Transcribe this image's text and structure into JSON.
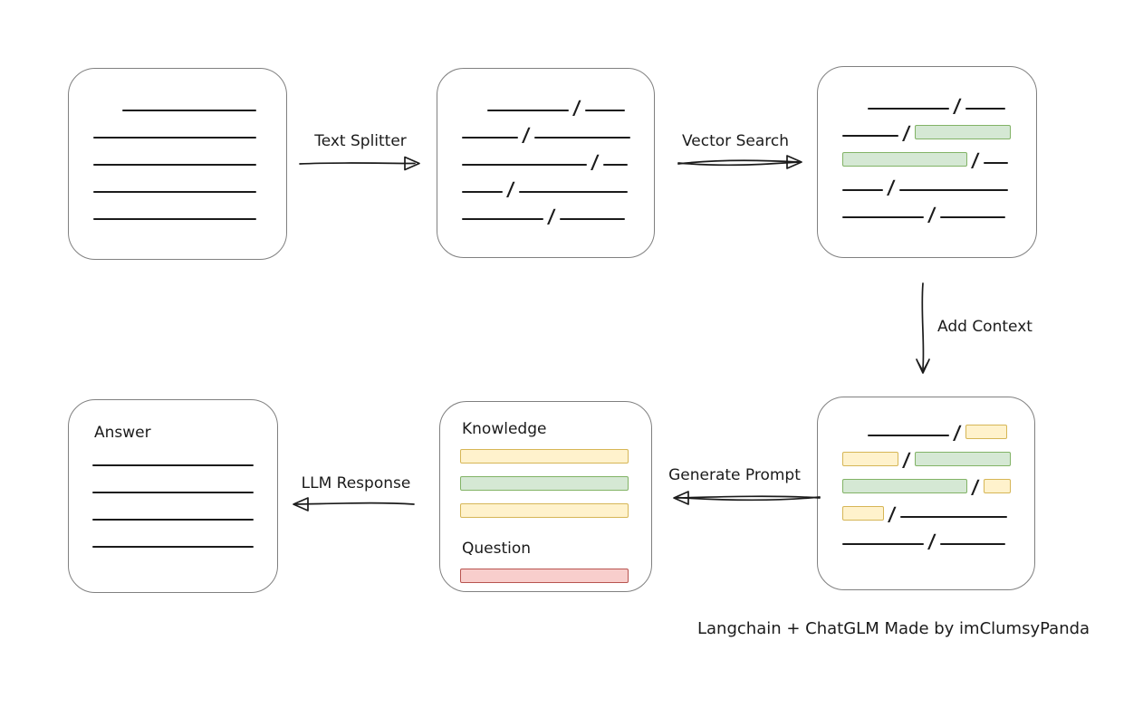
{
  "diagram": {
    "caption": "Langchain + ChatGLM Made by imClumsyPanda",
    "labels": {
      "text_splitter": "Text Splitter",
      "vector_search": "Vector Search",
      "add_context": "Add Context",
      "generate_prompt": "Generate Prompt",
      "llm_response": "LLM Response"
    },
    "colors": {
      "ink": "#1b1b1b",
      "box_stroke": "#808080",
      "green_fill": "#d5e8d4",
      "green_stroke": "#82b366",
      "yellow_fill": "#fff2cc",
      "yellow_stroke": "#d6b656",
      "red_fill": "#f8cecc",
      "red_stroke": "#b85450"
    },
    "boxes": {
      "document": {
        "rows": [
          {
            "s": [
              {
                "k": "space",
                "w": 32
              },
              {
                "k": "line",
                "w": 148
              }
            ]
          },
          {
            "s": [
              {
                "k": "line",
                "w": 180
              }
            ]
          },
          {
            "s": [
              {
                "k": "line",
                "w": 180
              }
            ]
          },
          {
            "s": [
              {
                "k": "line",
                "w": 180
              }
            ]
          },
          {
            "s": [
              {
                "k": "line",
                "w": 180
              }
            ]
          }
        ]
      },
      "chunks": {
        "rows": [
          {
            "s": [
              {
                "k": "space",
                "w": 28
              },
              {
                "k": "line",
                "w": 90
              },
              {
                "k": "slash"
              },
              {
                "k": "line",
                "w": 44
              }
            ]
          },
          {
            "s": [
              {
                "k": "line",
                "w": 62
              },
              {
                "k": "slash"
              },
              {
                "k": "line",
                "w": 106
              }
            ]
          },
          {
            "s": [
              {
                "k": "line",
                "w": 138
              },
              {
                "k": "slash"
              },
              {
                "k": "line",
                "w": 27
              }
            ]
          },
          {
            "s": [
              {
                "k": "line",
                "w": 45
              },
              {
                "k": "slash"
              },
              {
                "k": "line",
                "w": 120
              }
            ]
          },
          {
            "s": [
              {
                "k": "line",
                "w": 90
              },
              {
                "k": "slash"
              },
              {
                "k": "line",
                "w": 72
              }
            ]
          }
        ]
      },
      "matched": {
        "rows": [
          {
            "s": [
              {
                "k": "space",
                "w": 28
              },
              {
                "k": "line",
                "w": 90
              },
              {
                "k": "slash"
              },
              {
                "k": "line",
                "w": 44
              }
            ]
          },
          {
            "s": [
              {
                "k": "line",
                "w": 62
              },
              {
                "k": "slash"
              },
              {
                "k": "rect",
                "c": "green",
                "w": 106
              }
            ]
          },
          {
            "s": [
              {
                "k": "rect",
                "c": "green",
                "w": 138
              },
              {
                "k": "slash"
              },
              {
                "k": "line",
                "w": 27
              }
            ]
          },
          {
            "s": [
              {
                "k": "line",
                "w": 45
              },
              {
                "k": "slash"
              },
              {
                "k": "line",
                "w": 120
              }
            ]
          },
          {
            "s": [
              {
                "k": "line",
                "w": 90
              },
              {
                "k": "slash"
              },
              {
                "k": "line",
                "w": 72
              }
            ]
          }
        ]
      },
      "context": {
        "rows": [
          {
            "s": [
              {
                "k": "space",
                "w": 28
              },
              {
                "k": "line",
                "w": 90
              },
              {
                "k": "slash"
              },
              {
                "k": "rect",
                "c": "yellow",
                "w": 46
              }
            ]
          },
          {
            "s": [
              {
                "k": "rect",
                "c": "yellow",
                "w": 62
              },
              {
                "k": "slash"
              },
              {
                "k": "rect",
                "c": "green",
                "w": 106
              }
            ]
          },
          {
            "s": [
              {
                "k": "rect",
                "c": "green",
                "w": 138
              },
              {
                "k": "slash"
              },
              {
                "k": "rect",
                "c": "yellow",
                "w": 30
              }
            ]
          },
          {
            "s": [
              {
                "k": "rect",
                "c": "yellow",
                "w": 46
              },
              {
                "k": "slash"
              },
              {
                "k": "line",
                "w": 118
              }
            ]
          },
          {
            "s": [
              {
                "k": "line",
                "w": 90
              },
              {
                "k": "slash"
              },
              {
                "k": "line",
                "w": 72
              }
            ]
          }
        ]
      },
      "prompt": {
        "rows": [
          {
            "h": "Knowledge",
            "n": "knowledge-label"
          },
          {
            "s": [
              {
                "k": "rect",
                "c": "yellow",
                "w": 186
              }
            ]
          },
          {
            "s": [
              {
                "k": "rect",
                "c": "green",
                "w": 186
              }
            ]
          },
          {
            "s": [
              {
                "k": "rect",
                "c": "yellow",
                "w": 186
              }
            ]
          },
          {
            "h": "Question",
            "n": "question-label"
          },
          {
            "s": [
              {
                "k": "rect",
                "c": "red",
                "w": 186
              }
            ]
          }
        ]
      },
      "answer": {
        "rows": [
          {
            "h": "Answer",
            "n": "answer-label"
          },
          {
            "s": [
              {
                "k": "line",
                "w": 178
              }
            ]
          },
          {
            "s": [
              {
                "k": "line",
                "w": 178
              }
            ]
          },
          {
            "s": [
              {
                "k": "line",
                "w": 178
              }
            ]
          },
          {
            "s": [
              {
                "k": "line",
                "w": 178
              }
            ]
          }
        ]
      }
    }
  }
}
